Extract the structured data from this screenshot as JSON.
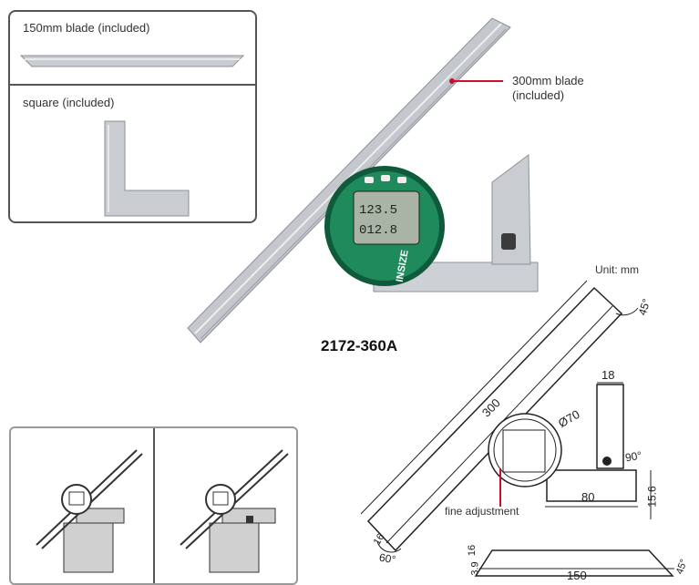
{
  "inset_top": {
    "blade_label": "150mm blade (included)",
    "square_label": "square (included)"
  },
  "main_photo": {
    "blade_callout": "300mm blade (included)",
    "blade_callout_line1": "300mm blade",
    "blade_callout_line2": "(included)",
    "model": "2172-360A",
    "brand": "INSIZE",
    "colors": {
      "body": "#1f8a5c",
      "body_dark": "#0f5a3a",
      "callout": "#c8102e",
      "steel": "#c9ccd1",
      "steel_dark": "#8d9198"
    }
  },
  "drawing": {
    "unit": "Unit: mm",
    "dim_300": "300",
    "dim_45_top": "45°",
    "dim_18": "18",
    "dim_dia": "Ø70",
    "dim_90": "90°",
    "dim_80": "80",
    "dim_15_6": "15.6",
    "dim_60": "60°",
    "dim_16_left": "16",
    "fine_adjustment": "fine adjustment",
    "bottom_dim_16": "16",
    "bottom_dim_3_9": "3.9",
    "bottom_dim_150": "150",
    "bottom_dim_45": "45°"
  }
}
